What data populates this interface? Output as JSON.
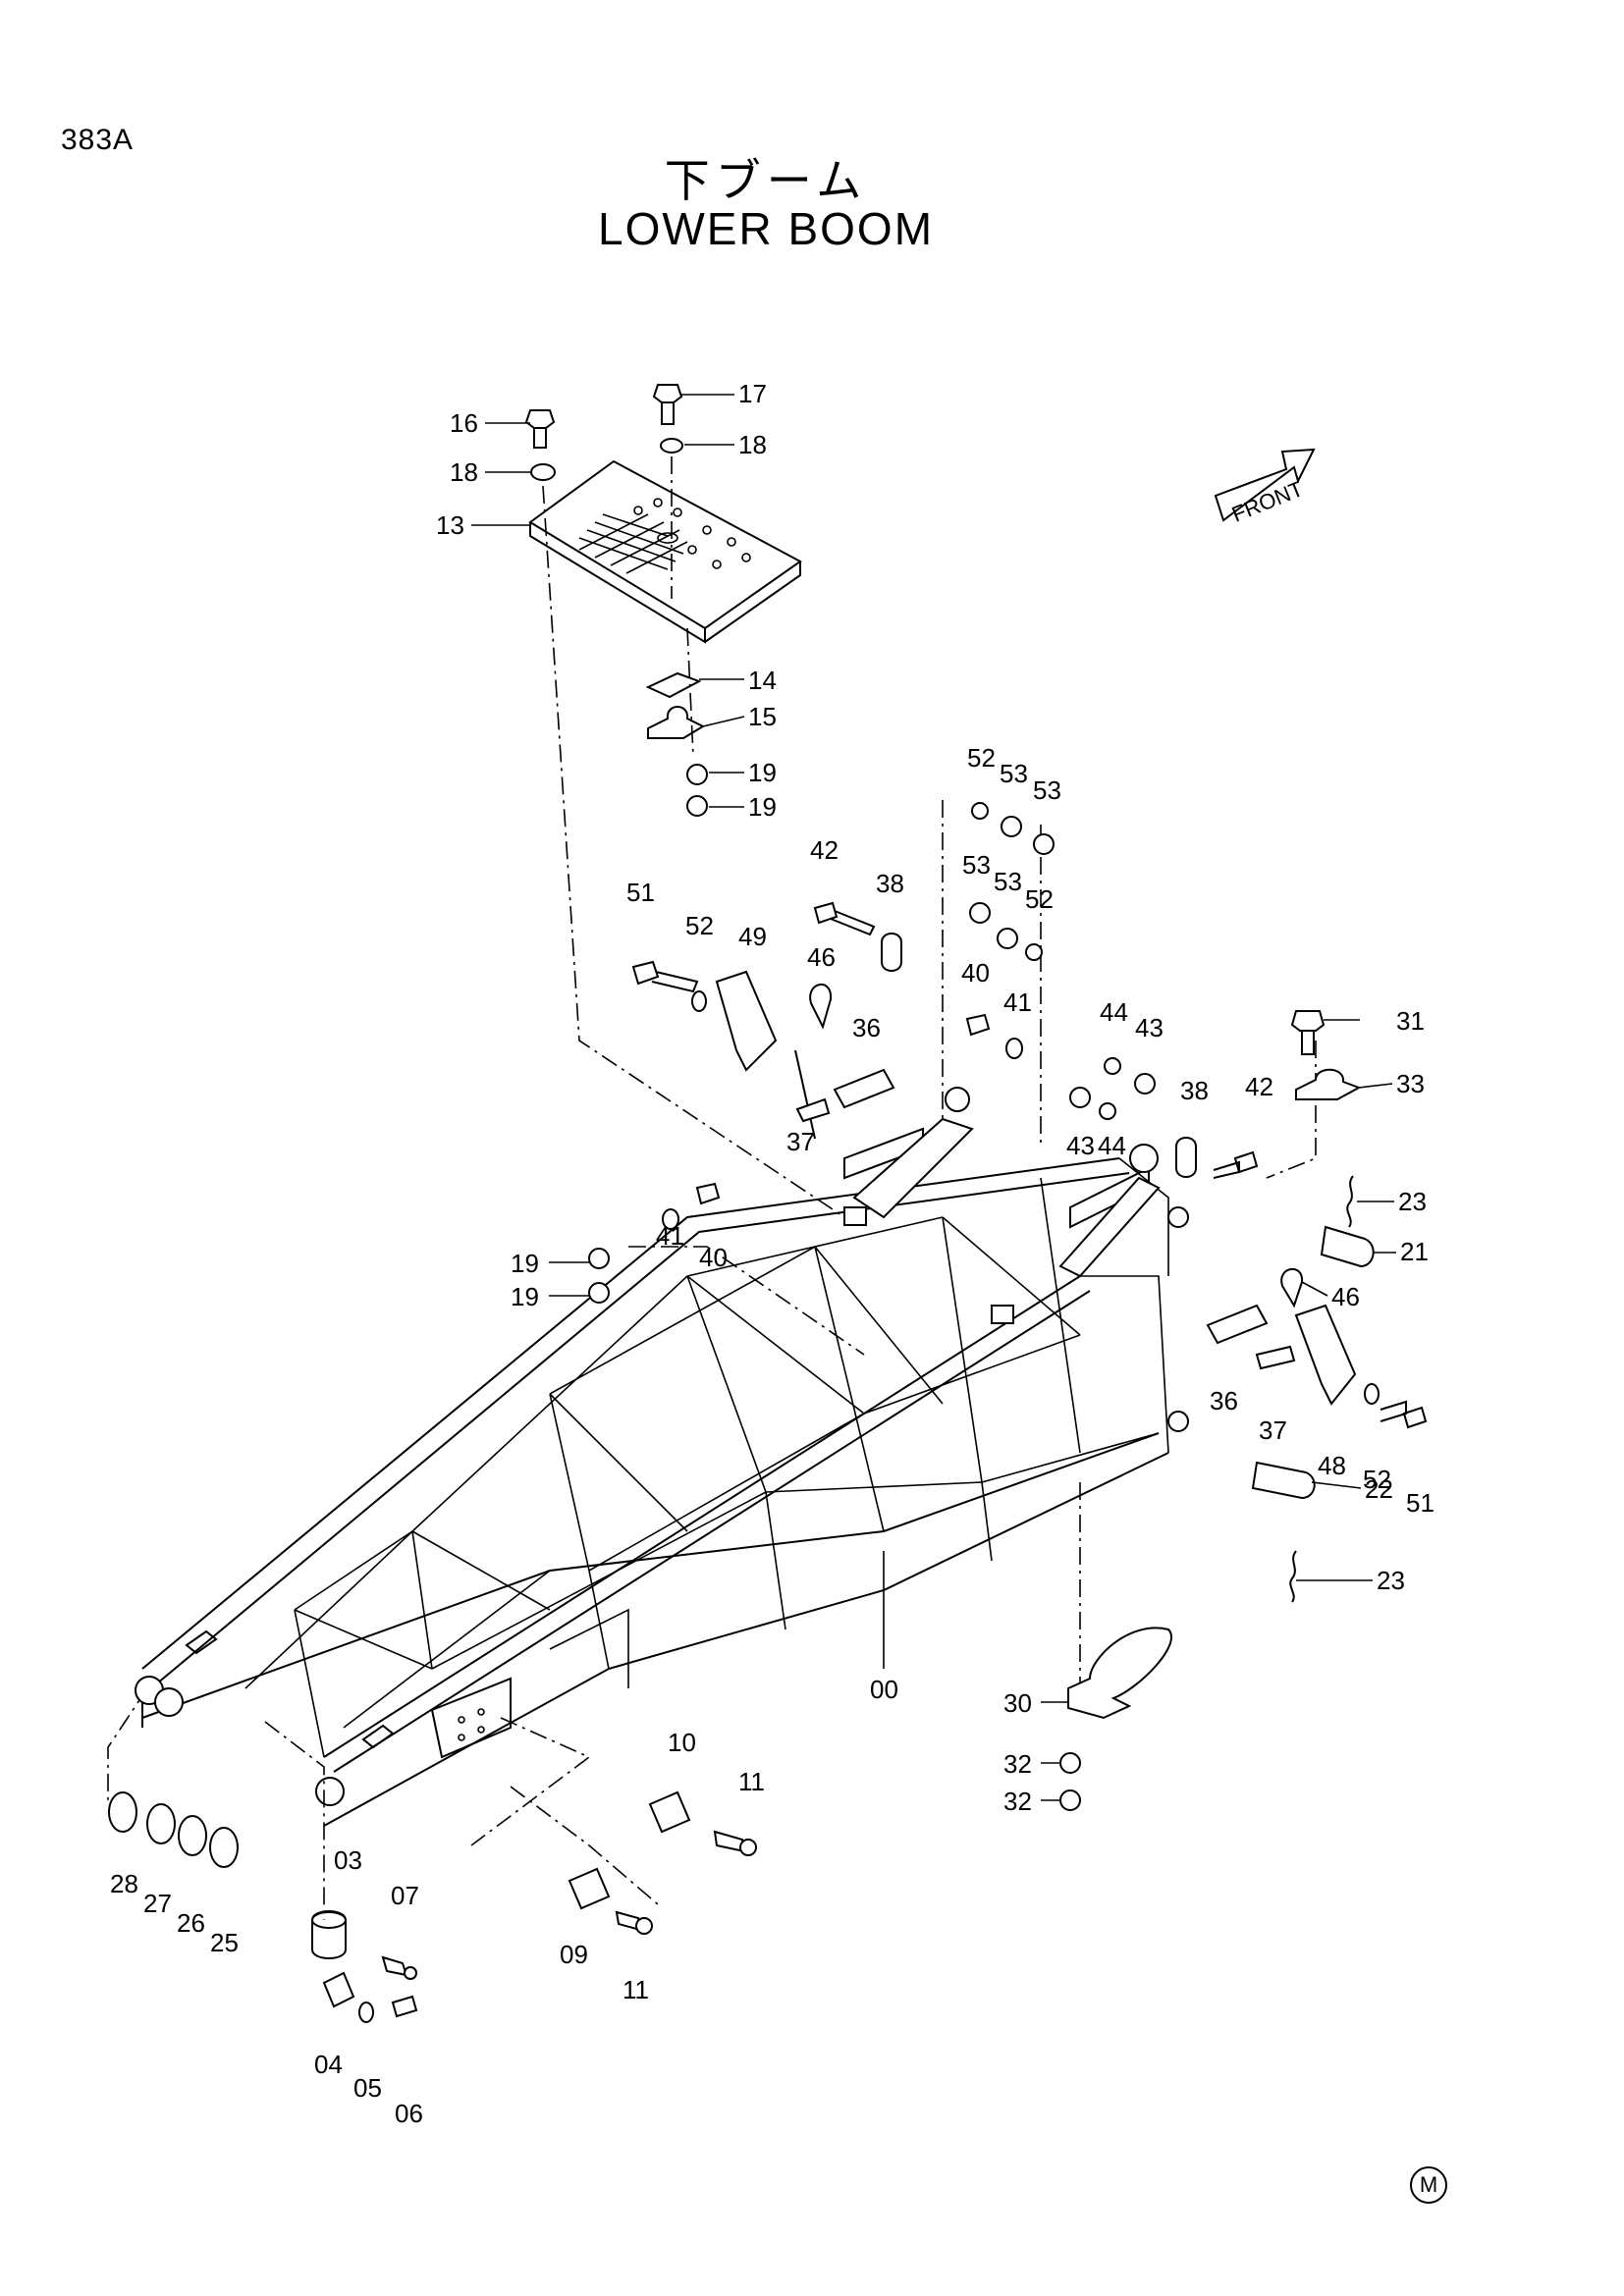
{
  "page": {
    "code": "383A",
    "title_jp": "下ブーム",
    "title_en": "LOWER BOOM",
    "mark": "M"
  },
  "front_arrow": {
    "label": "FRONT"
  },
  "callouts": {
    "c16": "16",
    "c17": "17",
    "c18a": "18",
    "c18b": "18",
    "c13": "13",
    "c14": "14",
    "c15": "15",
    "c19a": "19",
    "c19b": "19",
    "c52a": "52",
    "c53a": "53",
    "c53b": "53",
    "c53c": "53",
    "c53d": "53",
    "c52b": "52",
    "c42a": "42",
    "c38a": "38",
    "c51a": "51",
    "c52c": "52",
    "c49": "49",
    "c46a": "46",
    "c36a": "36",
    "c37a": "37",
    "c40a": "40",
    "c41a": "41",
    "c44a": "44",
    "c43a": "43",
    "c43b": "43",
    "c44b": "44",
    "c31": "31",
    "c33": "33",
    "c38b": "38",
    "c42b": "42",
    "c23a": "23",
    "c21": "21",
    "c46b": "46",
    "c41b": "41",
    "c40b": "40",
    "c19c": "19",
    "c19d": "19",
    "c36b": "36",
    "c37b": "37",
    "c48": "48",
    "c52d": "52",
    "c51b": "51",
    "c22": "22",
    "c23b": "23",
    "c00": "00",
    "c30": "30",
    "c32a": "32",
    "c32b": "32",
    "c10": "10",
    "c11a": "11",
    "c09": "09",
    "c11b": "11",
    "c03": "03",
    "c07": "07",
    "c04": "04",
    "c05": "05",
    "c06": "06",
    "c28": "28",
    "c27": "27",
    "c26": "26",
    "c25": "25"
  }
}
